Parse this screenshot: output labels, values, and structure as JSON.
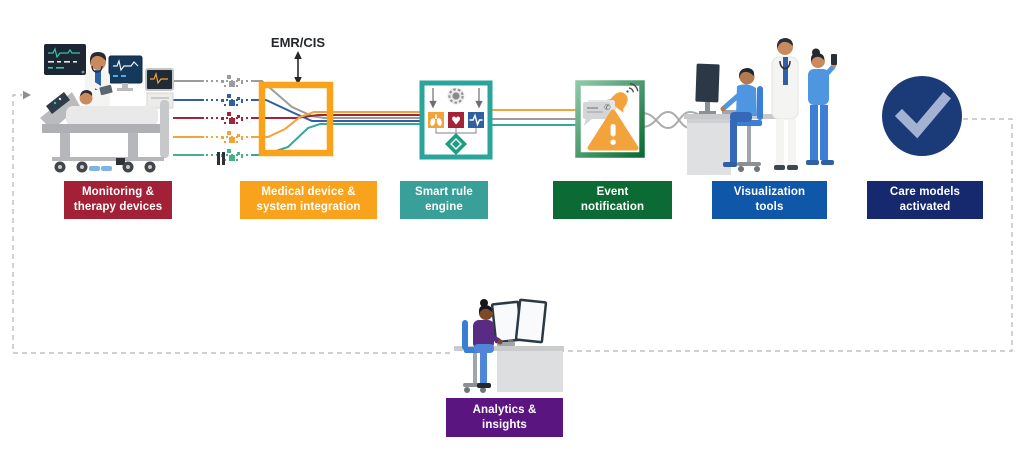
{
  "header": {
    "emr_cis_label": "EMR/CIS"
  },
  "stages": [
    {
      "id": "monitoring-therapy-devices",
      "line1": "Monitoring &",
      "line2": "therapy devices",
      "color": "#A32136"
    },
    {
      "id": "medical-device-system-integration",
      "line1": "Medical device &",
      "line2": "system integration",
      "color": "#F9A21B"
    },
    {
      "id": "smart-rule-engine",
      "line1": "Smart rule",
      "line2": "engine",
      "color": "#38A098"
    },
    {
      "id": "event-notification",
      "line1": "Event",
      "line2": "notification",
      "color": "#0C6B35"
    },
    {
      "id": "visualization-tools",
      "line1": "Visualization",
      "line2": "tools",
      "color": "#0F57A8"
    },
    {
      "id": "care-models-activated",
      "line1": "Care models",
      "line2": "activated",
      "color": "#16296F"
    },
    {
      "id": "analytics-insights",
      "line1": "Analytics &",
      "line2": "insights",
      "color": "#5B1580"
    }
  ],
  "icons": {
    "heart": "♥",
    "phone": "✆"
  },
  "wire_colors": {
    "gray": "#9C9C9C",
    "blue": "#30609F",
    "red": "#A32438",
    "yellow": "#F2A339",
    "green": "#47B287",
    "teal": "#35A89D"
  },
  "flow": {
    "feedback_loop_color": "#B3B3B3",
    "care_circle_color": "#1B3A78",
    "care_check_color": "#A3B1D3",
    "integration_frame_color": "#F9A21B",
    "rule_engine_frame_color": "#2BA49C"
  }
}
